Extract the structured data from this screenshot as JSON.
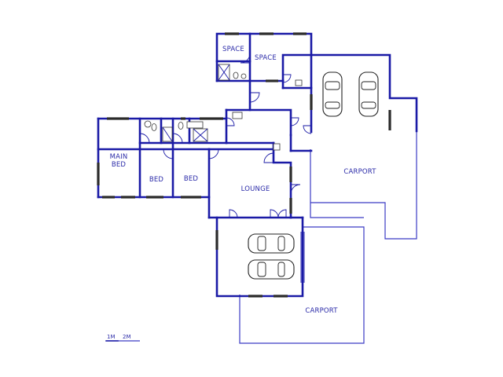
{
  "rooms": {
    "space_1": "SPACE",
    "space_2": "SPACE",
    "main_bed_line1": "MAIN",
    "main_bed_line2": "BED",
    "bed_1": "BED",
    "bed_2": "BED",
    "lounge": "LOUNGE",
    "carport_east": "CARPORT",
    "carport_south": "CARPORT"
  },
  "scale_bar": {
    "label_1m": "1M",
    "label_2m": "2M"
  },
  "colors": {
    "wall": "#1a1aa6",
    "label": "#2a2aa8",
    "carport_outline": "#3b3bc4"
  }
}
